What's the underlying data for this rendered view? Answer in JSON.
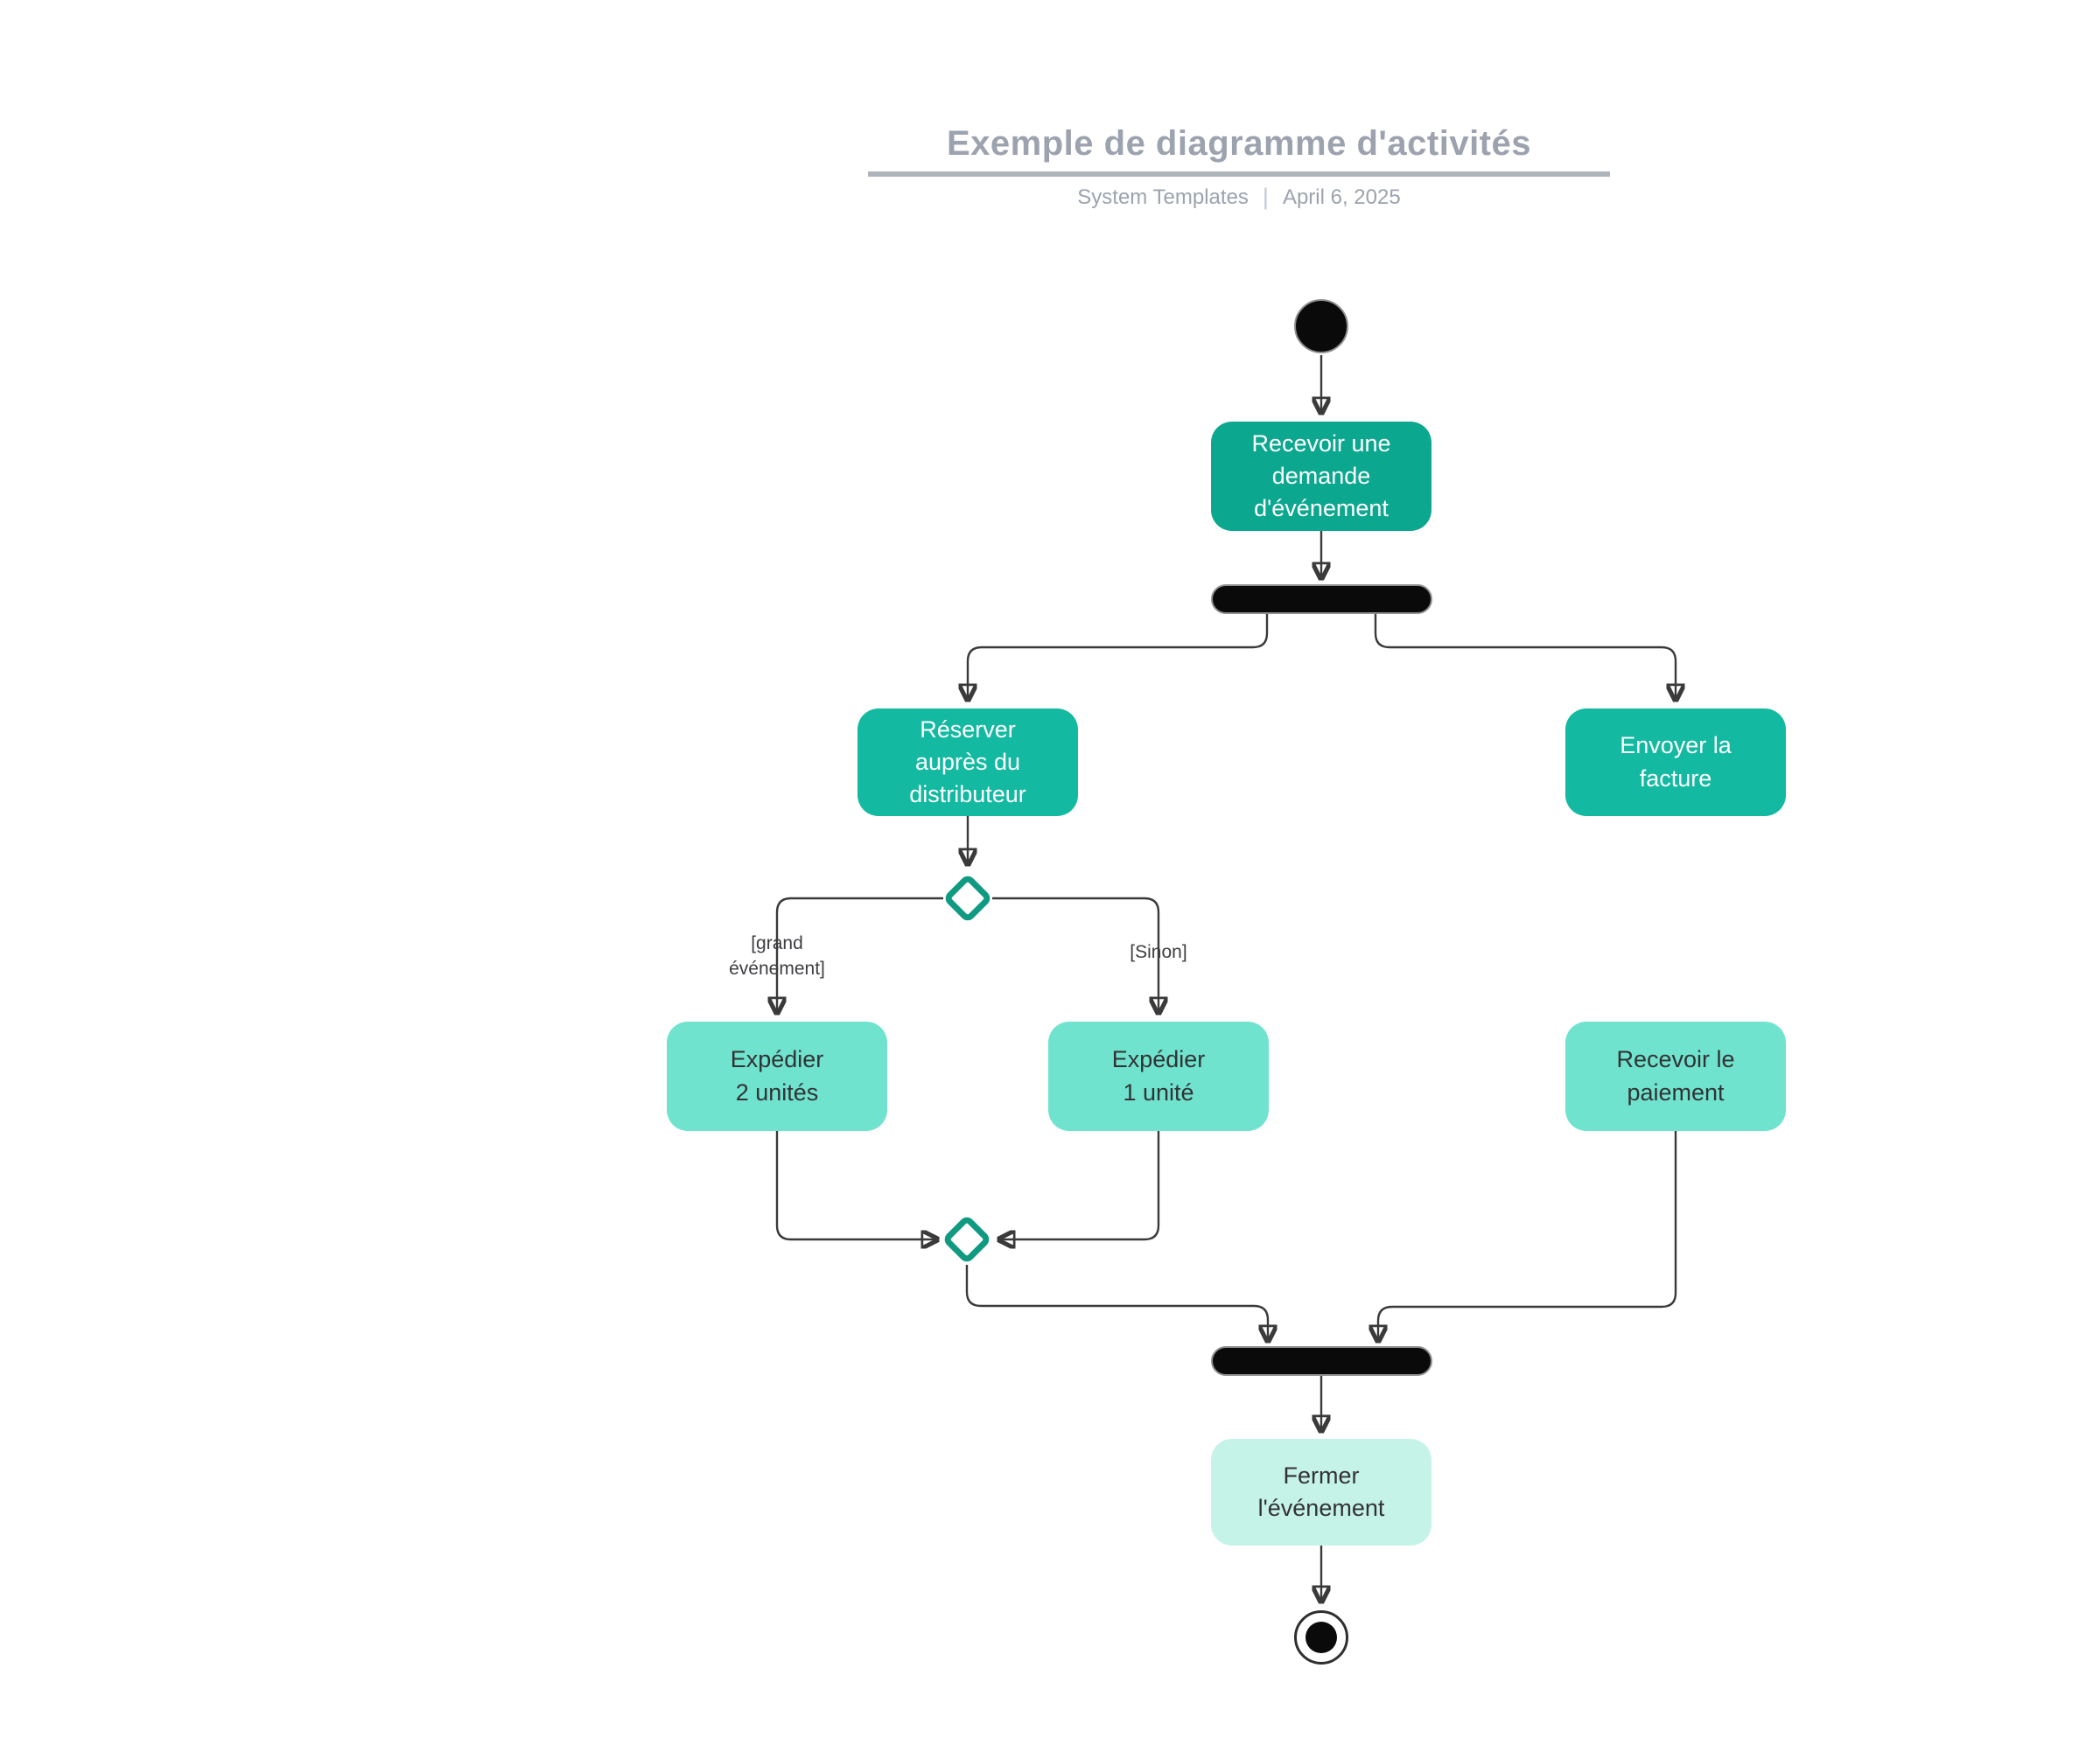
{
  "header": {
    "title": "Exemple de diagramme d'activités",
    "byline": "System Templates",
    "separator": "|",
    "date": "April 6, 2025"
  },
  "colors": {
    "action_step_1": "#0BA78E",
    "action_step_2": "#13B9A0",
    "action_step_3": "#6FE3CE",
    "action_step_4": "#C6F3E8",
    "decision_outline": "#119A82",
    "control_node_fill": "#0A0A0A",
    "connector": "#3A3A3A",
    "header_text": "#9CA3AF",
    "header_rule": "#AEB4BC"
  },
  "nodes": {
    "initial": {
      "kind": "initial-node"
    },
    "receive_request": {
      "label": "Recevoir une\ndemande\nd'événement"
    },
    "fork": {
      "kind": "fork-bar"
    },
    "reserve_distributor": {
      "label": "Réserver\nauprès du\ndistributeur"
    },
    "send_invoice": {
      "label": "Envoyer la\nfacture"
    },
    "decision": {
      "kind": "decision-diamond"
    },
    "ship_two_units": {
      "label": "Expédier\n2 unités"
    },
    "ship_one_unit": {
      "label": "Expédier\n1 unité"
    },
    "receive_payment": {
      "label": "Recevoir le\npaiement"
    },
    "merge": {
      "kind": "merge-diamond"
    },
    "join": {
      "kind": "join-bar"
    },
    "close_event": {
      "label": "Fermer\nl'événement"
    },
    "final": {
      "kind": "final-node"
    }
  },
  "edge_labels": {
    "grand_event": "[grand\névénement]",
    "otherwise": "[Sinon]"
  }
}
